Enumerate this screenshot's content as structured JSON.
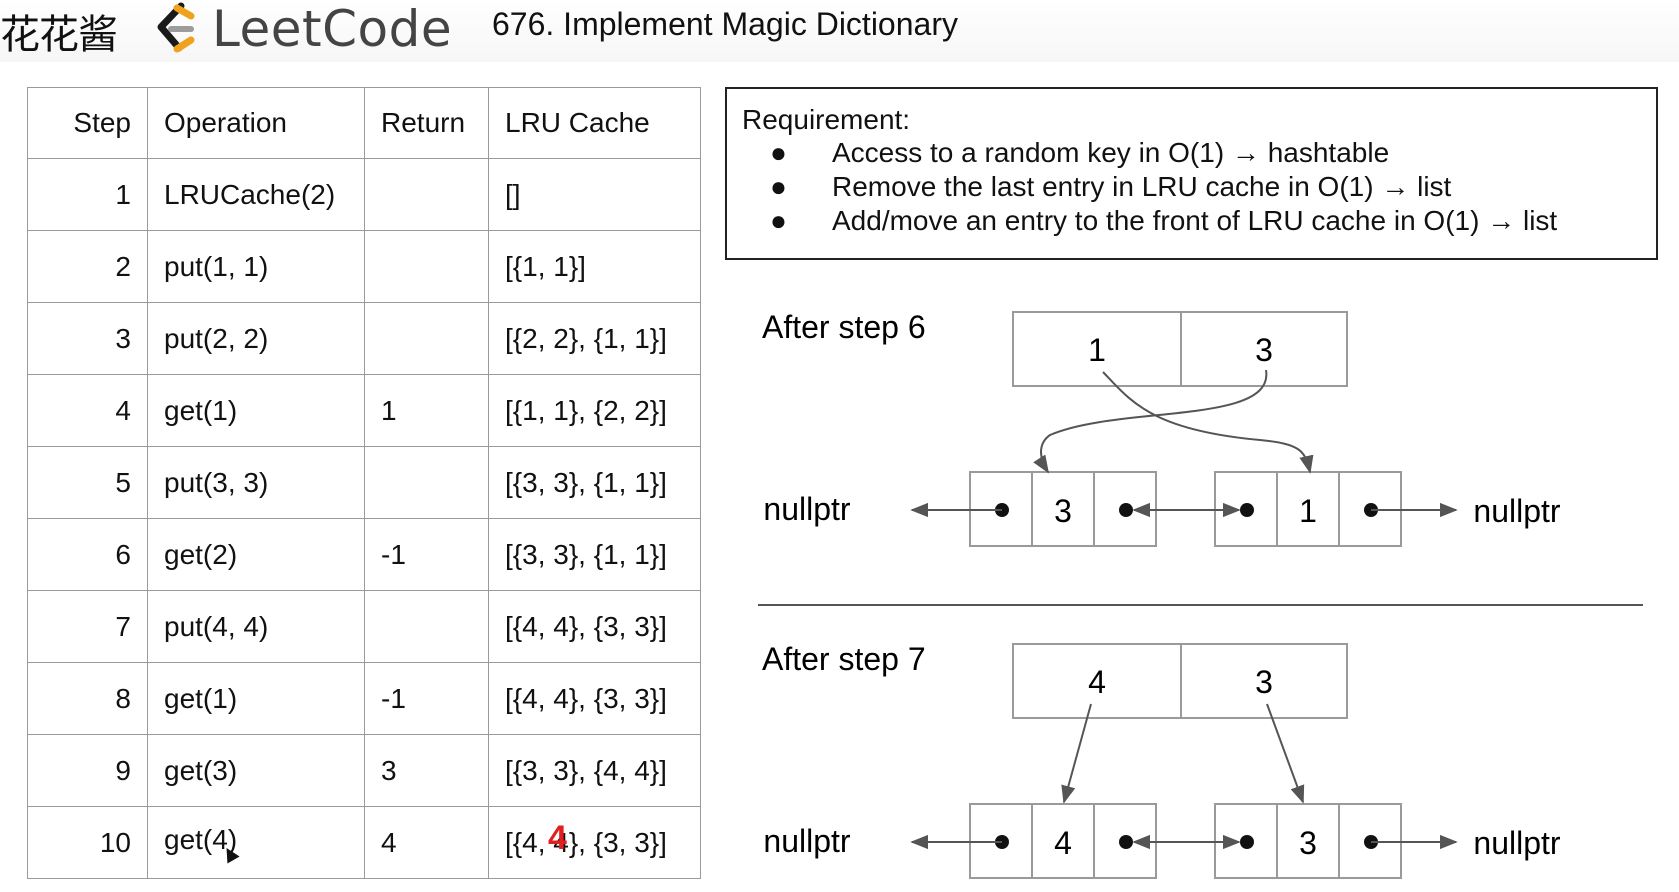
{
  "header": {
    "brand_cn": "花花酱",
    "brand": "LeetCode",
    "page_title": "676. Implement Magic Dictionary"
  },
  "table": {
    "headers": [
      "Step",
      "Operation",
      "Return",
      "LRU Cache"
    ],
    "rows": [
      [
        "1",
        "LRUCache(2)",
        "",
        "[]"
      ],
      [
        "2",
        "put(1, 1)",
        "",
        "[{1, 1}]"
      ],
      [
        "3",
        "put(2, 2)",
        "",
        "[{2, 2}, {1, 1}]"
      ],
      [
        "4",
        "get(1)",
        "1",
        "[{1, 1}, {2, 2}]"
      ],
      [
        "5",
        "put(3, 3)",
        "",
        "[{3, 3}, {1, 1}]"
      ],
      [
        "6",
        "get(2)",
        "-1",
        "[{3, 3}, {1, 1}]"
      ],
      [
        "7",
        "put(4, 4)",
        "",
        "[{4, 4}, {3, 3}]"
      ],
      [
        "8",
        "get(1)",
        "-1",
        "[{4, 4}, {3, 3}]"
      ],
      [
        "9",
        "get(3)",
        "3",
        "[{3, 3}, {4, 4}]"
      ],
      [
        "10",
        "get(4)",
        "4",
        "[{4, 4}, {3, 3}]"
      ]
    ],
    "red_annotation": "4"
  },
  "requirement": {
    "title": "Requirement:",
    "bullet": "●",
    "items": [
      "Access to a random key in O(1) → hashtable",
      "Remove the last entry in LRU cache in O(1) → list",
      "Add/move an entry to the front of LRU cache in O(1) → list"
    ]
  },
  "diagrams": [
    {
      "label": "After step 6",
      "hash_keys": [
        "1",
        "3"
      ],
      "list_nodes": [
        "3",
        "1"
      ],
      "left_null": "nullptr",
      "right_null": "nullptr"
    },
    {
      "label": "After step 7",
      "hash_keys": [
        "4",
        "3"
      ],
      "list_nodes": [
        "4",
        "3"
      ],
      "left_null": "nullptr",
      "right_null": "nullptr"
    }
  ]
}
